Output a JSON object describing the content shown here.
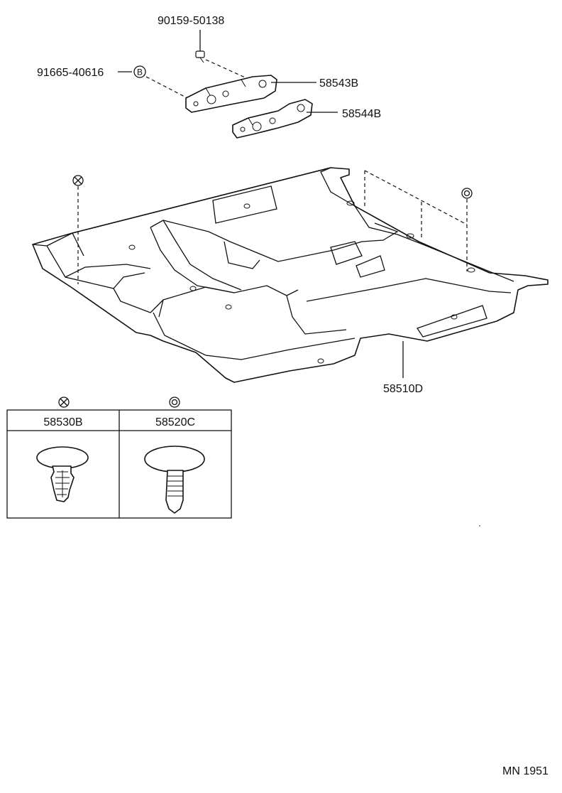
{
  "callouts": {
    "bolt": "90159-50138",
    "screw": "91665-40616",
    "screw_symbol": "B",
    "bracket_upper": "58543B",
    "bracket_lower": "58544B",
    "carpet": "58510D"
  },
  "clips_table": {
    "col1_header": "58530B",
    "col2_header": "58520C"
  },
  "symbols": {
    "clip_type_a": "crossed-circle-icon",
    "clip_type_b": "double-circle-icon"
  },
  "footer": {
    "code": "MN 1951"
  }
}
